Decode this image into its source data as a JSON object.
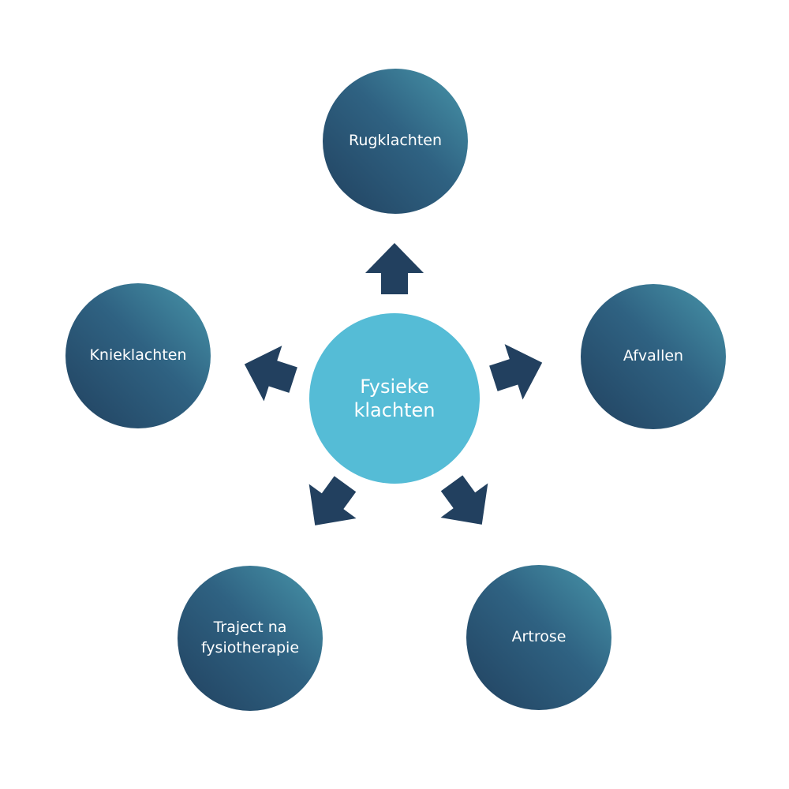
{
  "diagram": {
    "center": {
      "label": "Fysieke\nklachten",
      "color": "#55bcd6"
    },
    "arrow_color": "#22405f",
    "outer_gradient": [
      "#4896aa",
      "#2f6282",
      "#21415f"
    ],
    "nodes": [
      {
        "label": "Rugklachten"
      },
      {
        "label": "Afvallen"
      },
      {
        "label": "Artrose"
      },
      {
        "label": "Traject na\nfysiotherapie"
      },
      {
        "label": "Knieklachten"
      }
    ]
  }
}
